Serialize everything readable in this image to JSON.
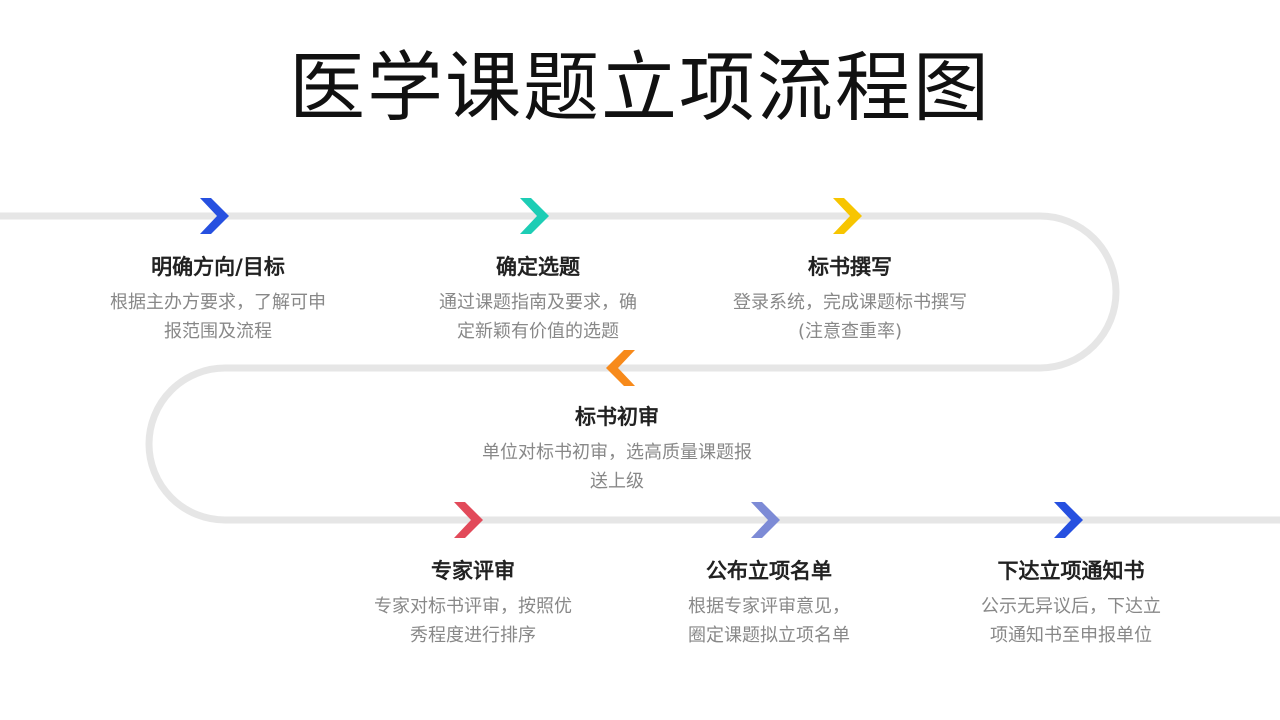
{
  "title": "医学课题立项流程图",
  "colors": {
    "track": "#e6e6e6",
    "blue": "#2650e0",
    "teal": "#1dcdb5",
    "yellow": "#f7c500",
    "orange": "#f78a1b",
    "red": "#e24a5a",
    "lavender": "#7d8bd6"
  },
  "steps": [
    {
      "name": "明确方向/目标",
      "desc": [
        "根据主办方要求，了解可申",
        "报范围及流程"
      ],
      "arrow": "right",
      "color": "#2650e0"
    },
    {
      "name": "确定选题",
      "desc": [
        "通过课题指南及要求，确",
        "定新颖有价值的选题"
      ],
      "arrow": "right",
      "color": "#1dcdb5"
    },
    {
      "name": "标书撰写",
      "desc": [
        "登录系统，完成课题标书撰写",
        "(注意查重率)"
      ],
      "arrow": "right",
      "color": "#f7c500"
    },
    {
      "name": "标书初审",
      "desc": [
        "单位对标书初审，选高质量课题报",
        "送上级"
      ],
      "arrow": "left",
      "color": "#f78a1b"
    },
    {
      "name": "专家评审",
      "desc": [
        "专家对标书评审，按照优",
        "秀程度进行排序"
      ],
      "arrow": "right",
      "color": "#e24a5a"
    },
    {
      "name": "公布立项名单",
      "desc": [
        "根据专家评审意见，",
        "圈定课题拟立项名单"
      ],
      "arrow": "right",
      "color": "#7d8bd6"
    },
    {
      "name": "下达立项通知书",
      "desc": [
        "公示无异议后，下达立",
        "项通知书至申报单位"
      ],
      "arrow": "right",
      "color": "#2650e0"
    }
  ]
}
